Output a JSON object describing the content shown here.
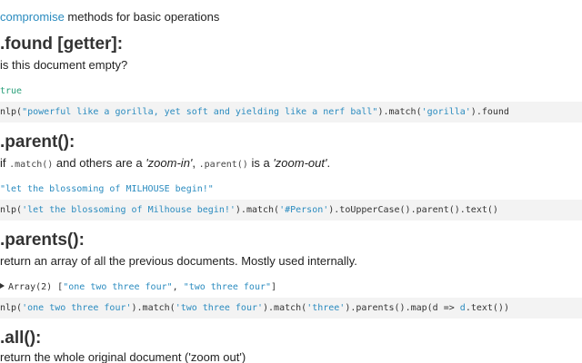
{
  "header": {
    "link": "compromise",
    "rest": " methods for basic operations"
  },
  "sections": [
    {
      "title": ".found [getter]:",
      "desc": "is this document empty?",
      "result": "true",
      "code": {
        "p1": "nlp(",
        "s1": "\"powerful like a gorilla, yet soft and yielding like a nerf ball\"",
        "p2": ").match(",
        "s2": "'gorilla'",
        "p3": ").found"
      }
    },
    {
      "title": ".parent():",
      "desc": {
        "t1": "if ",
        "c1": ".match()",
        "t2": " and others are a ",
        "e1": "'zoom-in'",
        "t3": ", ",
        "c2": ".parent()",
        "t4": " is a ",
        "e2": "'zoom-out'",
        "t5": "."
      },
      "result": "\"let the blossoming of MILHOUSE begin!\"",
      "code": {
        "p1": "nlp(",
        "s1": "'let the blossoming of Milhouse begin!'",
        "p2": ").match(",
        "s2": "'#Person'",
        "p3": ").toUpperCase().parent().text()"
      }
    },
    {
      "title": ".parents():",
      "desc": "return an array of all the previous documents. Mostly used internally.",
      "result": {
        "prefix": "Array(2) [",
        "s1": "\"one two three four\"",
        "sep": ", ",
        "s2": "\"two three four\"",
        "suffix": "]"
      },
      "code": {
        "p1": "nlp(",
        "s1": "'one two three four'",
        "p2": ").match(",
        "s2": "'two three four'",
        "p3": ").match(",
        "s3": "'three'",
        "p4": ").parents().map(d => ",
        "v1": "d",
        "p5": ".text())"
      }
    },
    {
      "title": ".all():",
      "desc": "return the whole original document ('zoom out')"
    }
  ]
}
